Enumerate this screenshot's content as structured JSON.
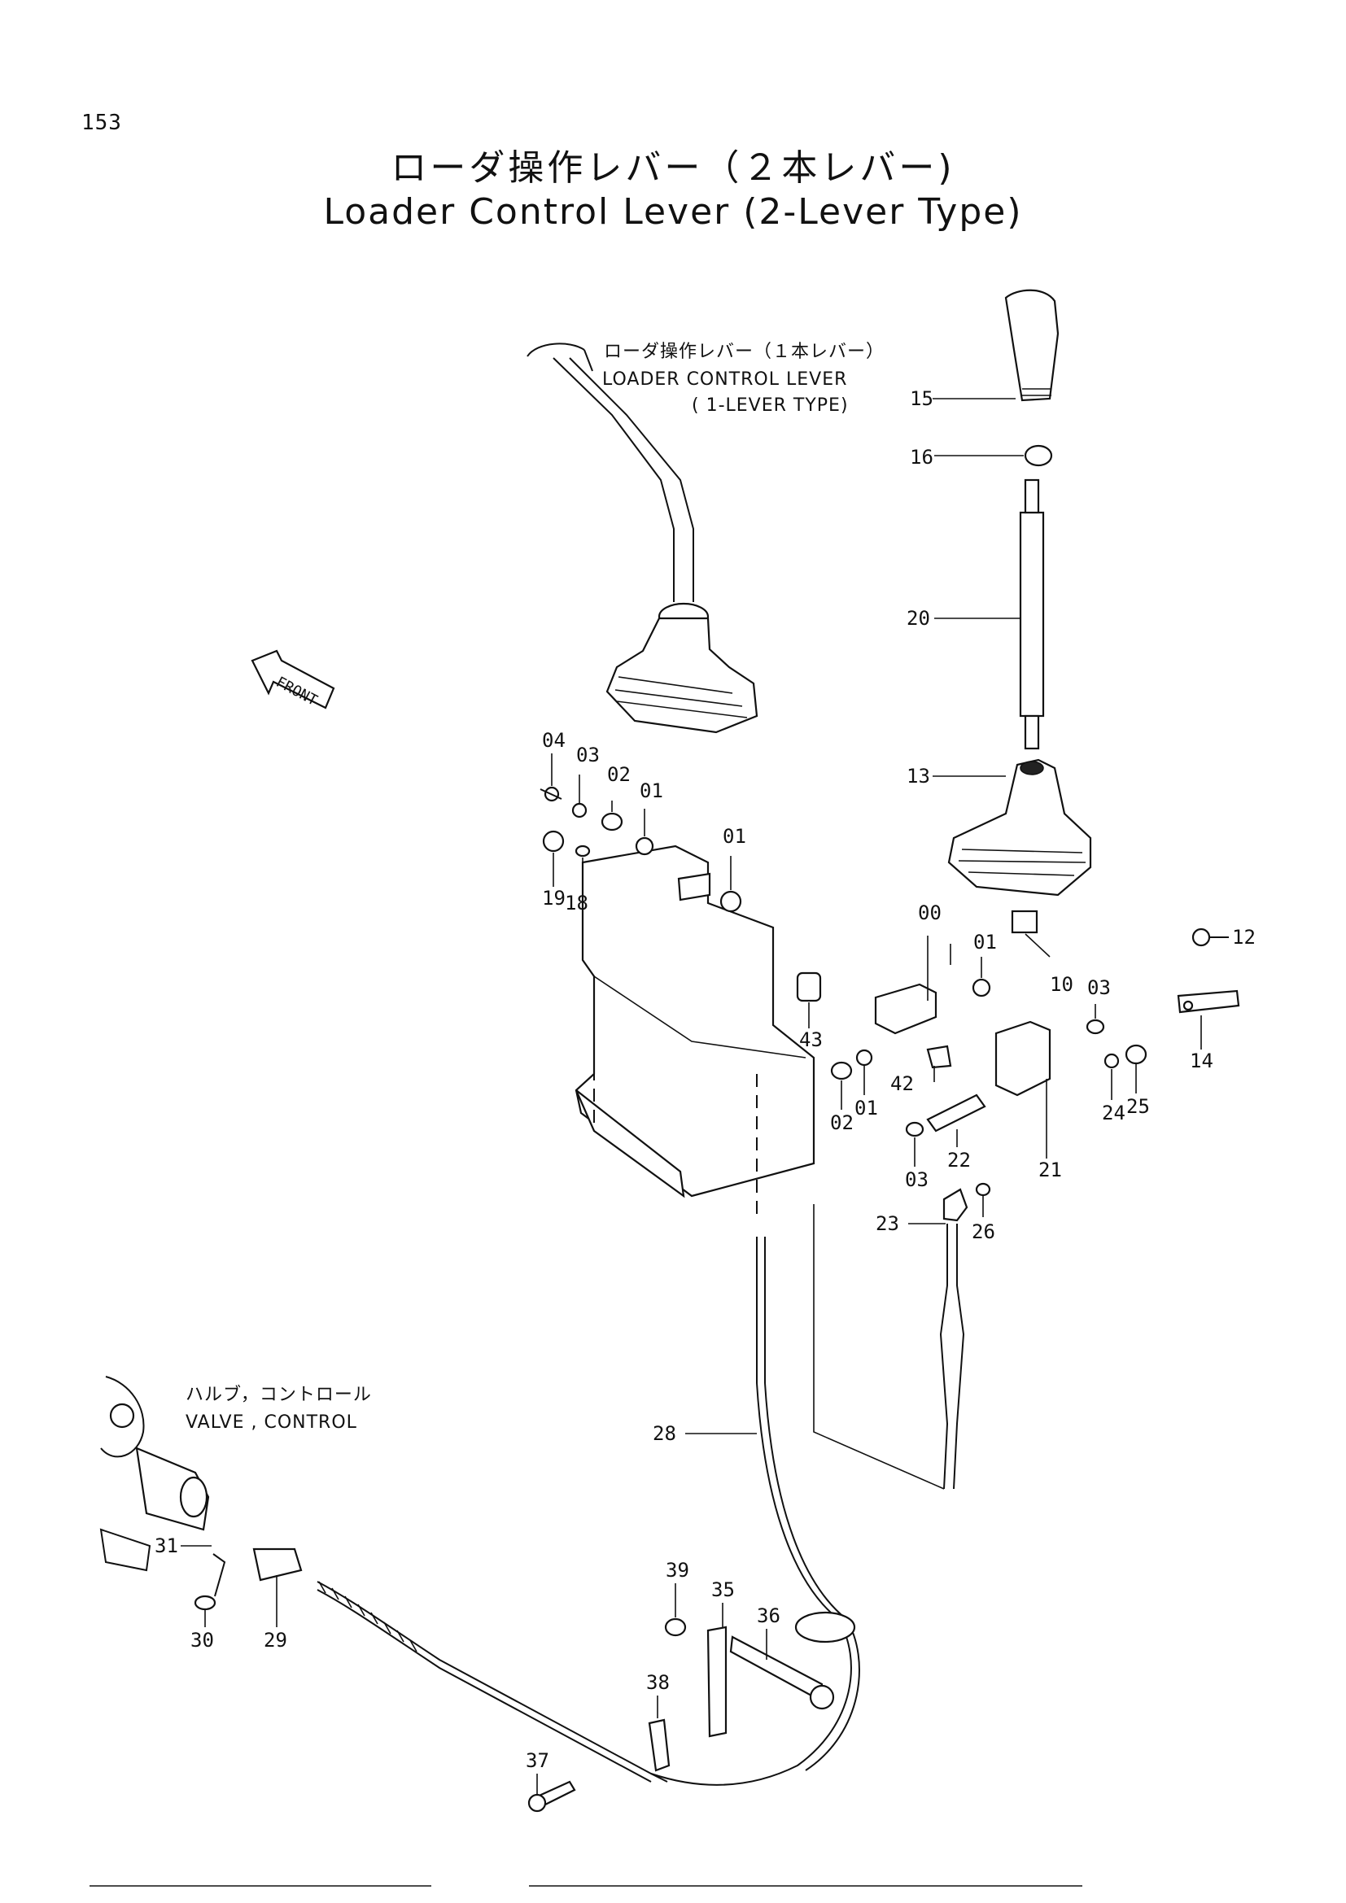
{
  "page_number": "153",
  "title_ja": "ローダ操作レバー（２本レバー)",
  "title_en": "Loader Control Lever (2-Lever Type)",
  "notes": {
    "single_lever_ja": "ローダ操作レバー（１本レバー）",
    "single_lever_en": "LOADER CONTROL LEVER",
    "single_lever_type": "( 1-LEVER TYPE)",
    "valve_ja": "ハルブ，コントロール",
    "valve_en": "VALVE , CONTROL",
    "front_arrow": "FRONT"
  },
  "callouts": {
    "p15": "15",
    "p16": "16",
    "p20": "20",
    "p13": "13",
    "p12": "12",
    "p14": "14",
    "p04": "04",
    "p03a": "03",
    "p02a": "02",
    "p01a": "01",
    "p01b": "01",
    "p19": "19",
    "p18": "18",
    "p00": "00",
    "p01c": "01",
    "p10": "10",
    "p03b": "03",
    "p43": "43",
    "p42": "42",
    "p02b": "02",
    "p01d": "01",
    "p22": "22",
    "p03c": "03",
    "p21": "21",
    "p24": "24",
    "p25": "25",
    "p23": "23",
    "p26": "26",
    "p28": "28",
    "p31": "31",
    "p30": "30",
    "p29": "29",
    "p39": "39",
    "p35": "35",
    "p36": "36",
    "p38": "38",
    "p37": "37"
  }
}
